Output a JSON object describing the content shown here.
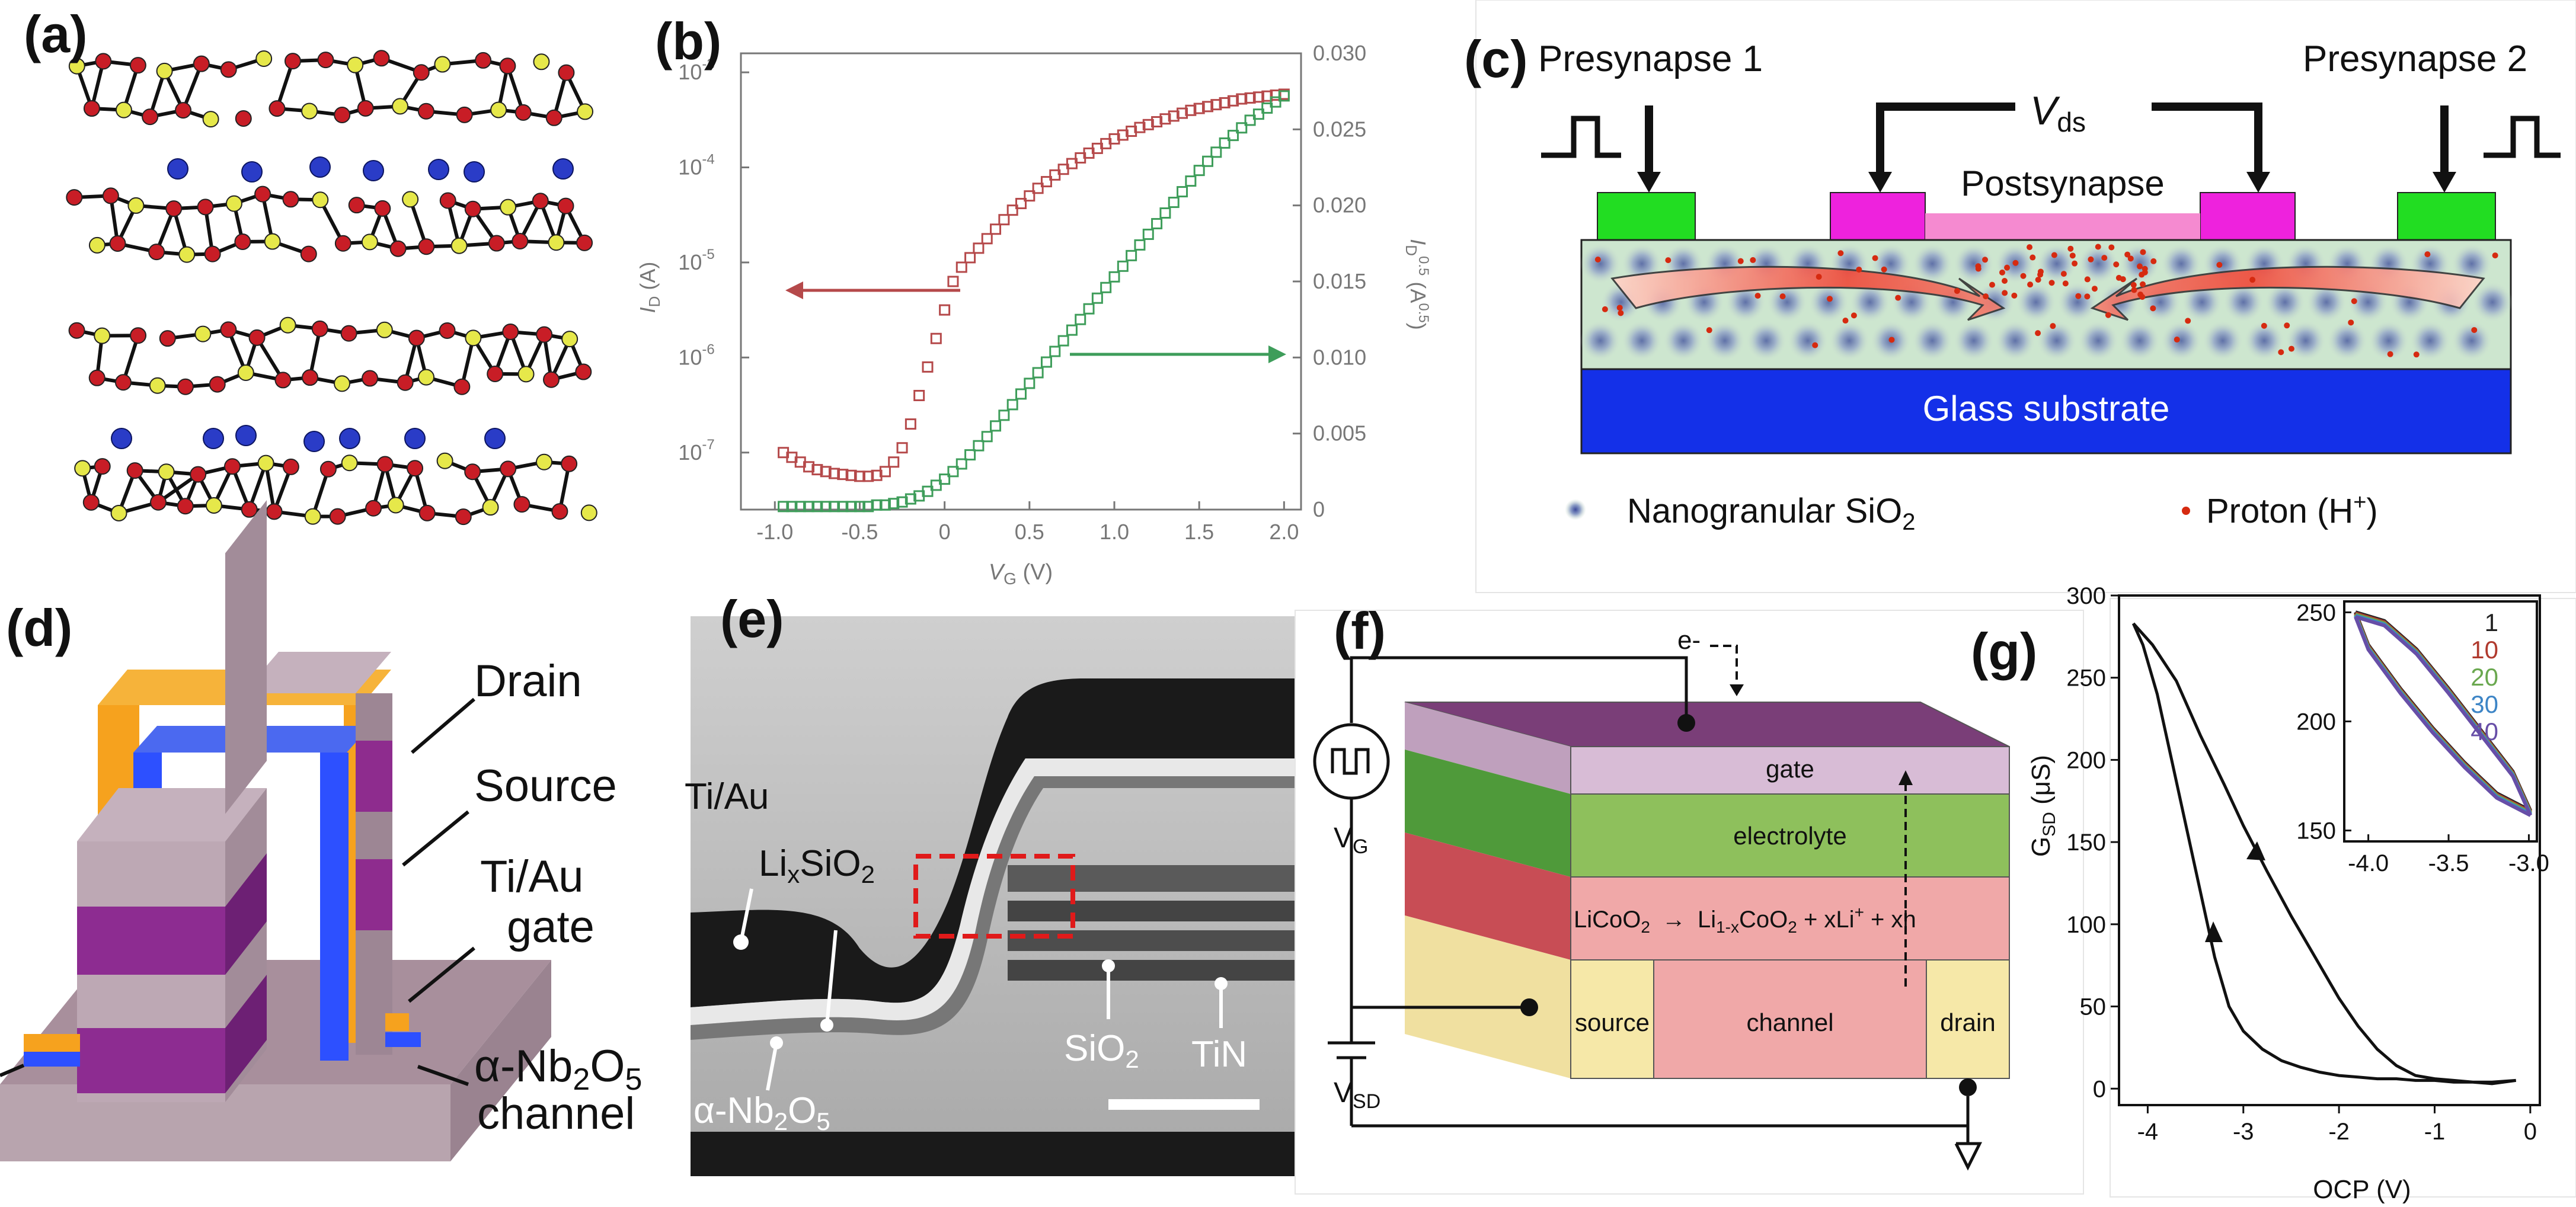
{
  "panels": {
    "a": {
      "label": "(a)"
    },
    "b": {
      "label": "(b)"
    },
    "c": {
      "label": "(c)",
      "presynapse1": "Presynapse 1",
      "presynapse2": "Presynapse 2",
      "vds_main": "V",
      "vds_sub": "ds",
      "postsynapse": "Postsynapse",
      "substrate": "Glass substrate",
      "legend_sio2": "Nanogranular SiO",
      "legend_sio2_sub": "2",
      "legend_proton": "Proton (H",
      "legend_proton_sup": "+",
      "legend_proton_end": ")"
    },
    "d": {
      "label": "(d)",
      "drain": "Drain",
      "source": "Source",
      "gate_line1": "Ti/Au",
      "gate_line2": "gate",
      "channel_line1": "α-Nb",
      "channel_sub": "2",
      "channel_o": "O",
      "channel_sub2": "5",
      "channel_line2": "channel"
    },
    "e": {
      "label": "(e)",
      "tiau": "Ti/Au",
      "lixsio2_a": "Li",
      "lixsio2_x": "x",
      "lixsio2_b": "SiO",
      "lixsio2_2": "2",
      "nb2o5": "α-Nb",
      "nb2o5_2": "2",
      "nb2o5_o": "O",
      "nb2o5_5": "5",
      "sio2": "SiO",
      "sio2_2": "2",
      "tin": "TiN"
    },
    "f": {
      "label": "(f)",
      "electron": "e-",
      "vg": "V",
      "vg_sub": "G",
      "vsd": "V",
      "vsd_sub": "SD",
      "gate": "gate",
      "electrolyte": "electrolyte",
      "reaction_a": "LiCoO",
      "reaction_a2": "2",
      "reaction_b": "Li",
      "reaction_b_sub": "1-x",
      "reaction_b2": "CoO",
      "reaction_b3": "2",
      "reaction_c": " + xLi",
      "reaction_c_sup": "+",
      "reaction_d": " + xh",
      "source": "source",
      "channel": "channel",
      "drain": "drain"
    },
    "g": {
      "label": "(g)",
      "inset_legend": [
        "1",
        "10",
        "20",
        "30",
        "40"
      ],
      "inset_colors": [
        "#222222",
        "#b03a2e",
        "#6aa84f",
        "#3d85c6",
        "#674ea7"
      ]
    }
  },
  "chart_data": [
    {
      "type": "scatter",
      "panel": "b",
      "xlabel_main": "V",
      "xlabel_sub": "G",
      "xlabel_unit": " (V)",
      "ylabel_left_main": "I",
      "ylabel_left_sub": "D",
      "ylabel_left_unit": " (A)",
      "ylabel_right_main": "I",
      "ylabel_right_sub": "D",
      "ylabel_right_sup": "0.5",
      "ylabel_right_unit": " (A",
      "ylabel_right_sup2": "0.5",
      "ylabel_right_end": ")",
      "xlim": [
        -1.2,
        2.1
      ],
      "ylim_left_log10": [
        -7.6,
        -2.8
      ],
      "ylim_right": [
        0,
        0.03
      ],
      "x_ticks": [
        "-1.0",
        "-0.5",
        "0",
        "0.5",
        "1.0",
        "1.5",
        "2.0"
      ],
      "x_tick_values": [
        -1.0,
        -0.5,
        0,
        0.5,
        1.0,
        1.5,
        2.0
      ],
      "y_left_ticks": [
        "10",
        "10",
        "10",
        "10",
        "10"
      ],
      "y_left_tick_exps": [
        "-7",
        "-6",
        "-5",
        "-4",
        "-3"
      ],
      "y_left_tick_values": [
        -7,
        -6,
        -5,
        -4,
        -3
      ],
      "y_right_ticks": [
        "0",
        "0.005",
        "0.010",
        "0.015",
        "0.020",
        "0.025",
        "0.030"
      ],
      "y_right_tick_values": [
        0,
        0.005,
        0.01,
        0.015,
        0.02,
        0.025,
        0.03
      ],
      "series": [
        {
          "axis": "left-log",
          "color": "#b5494a",
          "x": [
            -0.95,
            -0.9,
            -0.85,
            -0.8,
            -0.75,
            -0.7,
            -0.65,
            -0.6,
            -0.55,
            -0.5,
            -0.45,
            -0.4,
            -0.35,
            -0.3,
            -0.25,
            -0.2,
            -0.15,
            -0.1,
            -0.05,
            0.0,
            0.05,
            0.1,
            0.15,
            0.2,
            0.25,
            0.3,
            0.35,
            0.4,
            0.45,
            0.5,
            0.55,
            0.6,
            0.65,
            0.7,
            0.75,
            0.8,
            0.85,
            0.9,
            0.95,
            1.0,
            1.05,
            1.1,
            1.15,
            1.2,
            1.25,
            1.3,
            1.35,
            1.4,
            1.45,
            1.5,
            1.55,
            1.6,
            1.65,
            1.7,
            1.75,
            1.8,
            1.85,
            1.9,
            1.95,
            2.0
          ],
          "y_log10": [
            -7.0,
            -7.05,
            -7.1,
            -7.15,
            -7.18,
            -7.2,
            -7.22,
            -7.23,
            -7.24,
            -7.25,
            -7.25,
            -7.24,
            -7.2,
            -7.1,
            -6.95,
            -6.7,
            -6.4,
            -6.1,
            -5.8,
            -5.5,
            -5.2,
            -5.05,
            -4.95,
            -4.85,
            -4.75,
            -4.65,
            -4.55,
            -4.45,
            -4.38,
            -4.3,
            -4.22,
            -4.15,
            -4.08,
            -4.02,
            -3.96,
            -3.9,
            -3.85,
            -3.8,
            -3.75,
            -3.7,
            -3.66,
            -3.62,
            -3.58,
            -3.55,
            -3.52,
            -3.49,
            -3.46,
            -3.43,
            -3.4,
            -3.38,
            -3.36,
            -3.34,
            -3.32,
            -3.3,
            -3.28,
            -3.27,
            -3.26,
            -3.25,
            -3.24,
            -3.23
          ]
        },
        {
          "axis": "right-linear",
          "color": "#3e9d5a",
          "x": [
            -0.95,
            -0.9,
            -0.85,
            -0.8,
            -0.75,
            -0.7,
            -0.65,
            -0.6,
            -0.55,
            -0.5,
            -0.45,
            -0.4,
            -0.35,
            -0.3,
            -0.25,
            -0.2,
            -0.15,
            -0.1,
            -0.05,
            0.0,
            0.05,
            0.1,
            0.15,
            0.2,
            0.25,
            0.3,
            0.35,
            0.4,
            0.45,
            0.5,
            0.55,
            0.6,
            0.65,
            0.7,
            0.75,
            0.8,
            0.85,
            0.9,
            0.95,
            1.0,
            1.05,
            1.1,
            1.15,
            1.2,
            1.25,
            1.3,
            1.35,
            1.4,
            1.45,
            1.5,
            1.55,
            1.6,
            1.65,
            1.7,
            1.75,
            1.8,
            1.85,
            1.9,
            1.95,
            2.0
          ],
          "y": [
            0.0002,
            0.0002,
            0.0002,
            0.0002,
            0.0002,
            0.0002,
            0.0002,
            0.0002,
            0.0002,
            0.0002,
            0.0002,
            0.0003,
            0.0003,
            0.0004,
            0.0005,
            0.0007,
            0.0009,
            0.0012,
            0.0016,
            0.002,
            0.0025,
            0.003,
            0.0036,
            0.0042,
            0.0048,
            0.0055,
            0.0062,
            0.0069,
            0.0076,
            0.0083,
            0.009,
            0.0097,
            0.0104,
            0.0111,
            0.0118,
            0.0125,
            0.0132,
            0.0139,
            0.0146,
            0.0153,
            0.016,
            0.0167,
            0.0174,
            0.0181,
            0.0188,
            0.0195,
            0.0202,
            0.0209,
            0.0216,
            0.0223,
            0.0229,
            0.0235,
            0.0241,
            0.0246,
            0.0251,
            0.0256,
            0.026,
            0.0264,
            0.0268,
            0.0272
          ]
        }
      ]
    },
    {
      "type": "line",
      "panel": "g",
      "xlabel": "OCP (V)",
      "ylabel_main": "G",
      "ylabel_sub": "SD",
      "ylabel_unit": " (μS)",
      "xlim": [
        -4.3,
        0.1
      ],
      "ylim": [
        -10,
        300
      ],
      "x_ticks": [
        "-4",
        "-3",
        "-2",
        "-1",
        "0"
      ],
      "x_tick_values": [
        -4,
        -3,
        -2,
        -1,
        0
      ],
      "y_ticks": [
        "0",
        "50",
        "100",
        "150",
        "200",
        "250",
        "300"
      ],
      "y_tick_values": [
        0,
        50,
        100,
        150,
        200,
        250,
        300
      ],
      "series": [
        {
          "color": "#111111",
          "x": [
            -4.15,
            -3.95,
            -3.7,
            -3.45,
            -3.2,
            -3.0,
            -2.75,
            -2.5,
            -2.25,
            -2.0,
            -1.8,
            -1.6,
            -1.4,
            -1.2,
            -1.0,
            -0.8,
            -0.6,
            -0.4,
            -0.15,
            -0.15,
            -0.4,
            -0.6,
            -0.8,
            -1.0,
            -1.2,
            -1.4,
            -1.6,
            -1.8,
            -2.0,
            -2.2,
            -2.4,
            -2.6,
            -2.8,
            -3.0,
            -3.15,
            -3.3,
            -3.45,
            -3.6,
            -3.75,
            -3.9,
            -4.05,
            -4.15
          ],
          "y": [
            283,
            270,
            248,
            215,
            185,
            160,
            132,
            105,
            80,
            55,
            38,
            24,
            14,
            8,
            6,
            5,
            4,
            3,
            5,
            5,
            4,
            4,
            4,
            5,
            5,
            6,
            6,
            7,
            8,
            10,
            13,
            17,
            24,
            35,
            50,
            80,
            120,
            160,
            200,
            240,
            270,
            283
          ]
        }
      ],
      "inset": {
        "xlim": [
          -4.15,
          -2.95
        ],
        "ylim": [
          145,
          255
        ],
        "x_ticks": [
          "-4.0",
          "-3.5",
          "-3.0"
        ],
        "x_tick_values": [
          -4.0,
          -3.5,
          -3.0
        ],
        "y_ticks": [
          "150",
          "200",
          "250"
        ],
        "y_tick_values": [
          150,
          200,
          250
        ],
        "loop_upper": {
          "x": [
            -4.08,
            -3.9,
            -3.7,
            -3.5,
            -3.3,
            -3.1,
            -2.99
          ],
          "y": [
            249,
            245,
            232,
            214,
            195,
            176,
            158
          ]
        },
        "loop_lower": {
          "x": [
            -4.08,
            -4.0,
            -3.8,
            -3.6,
            -3.4,
            -3.2,
            -2.99
          ],
          "y": [
            249,
            234,
            214,
            196,
            180,
            166,
            158
          ]
        }
      }
    }
  ]
}
